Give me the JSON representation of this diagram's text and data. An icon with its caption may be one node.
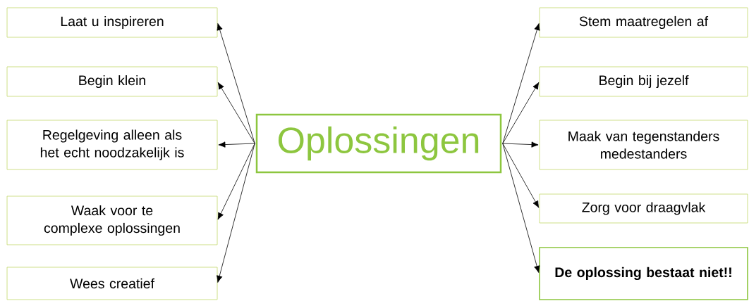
{
  "diagram": {
    "nodes": [
      {
        "text": [
          "Oplossingen"
        ]
      },
      {
        "text": [
          "Laat u inspireren"
        ]
      },
      {
        "text": [
          "Begin klein"
        ]
      },
      {
        "text": [
          "Regelgeving alleen als het echt noodzakelijk is"
        ]
      },
      {
        "text": [
          "Waak voor te complexe oplossingen"
        ]
      },
      {
        "text": [
          "Wees creatief"
        ]
      },
      {
        "text": [
          "Stem maatregelen af"
        ]
      },
      {
        "text": [
          "Begin bij jezelf"
        ]
      },
      {
        "text": [
          "Maak van tegenstanders medestanders"
        ]
      },
      {
        "text": [
          "Zorg voor draagvlak"
        ]
      },
      {
        "text": [
          "De oplossing bestaat niet!!"
        ]
      }
    ],
    "edges": [
      {
        "from": 0,
        "to": 1,
        "arrow": "to"
      },
      {
        "from": 0,
        "to": 2,
        "arrow": "to"
      },
      {
        "from": 0,
        "to": 3,
        "arrow": "to"
      },
      {
        "from": 0,
        "to": 4,
        "arrow": "to"
      },
      {
        "from": 0,
        "to": 5,
        "arrow": "to"
      },
      {
        "from": 0,
        "to": 6,
        "arrow": "to"
      },
      {
        "from": 0,
        "to": 7,
        "arrow": "to"
      },
      {
        "from": 0,
        "to": 8,
        "arrow": "to"
      },
      {
        "from": 0,
        "to": 9,
        "arrow": "to"
      },
      {
        "from": 0,
        "to": 10,
        "arrow": "to"
      }
    ]
  }
}
